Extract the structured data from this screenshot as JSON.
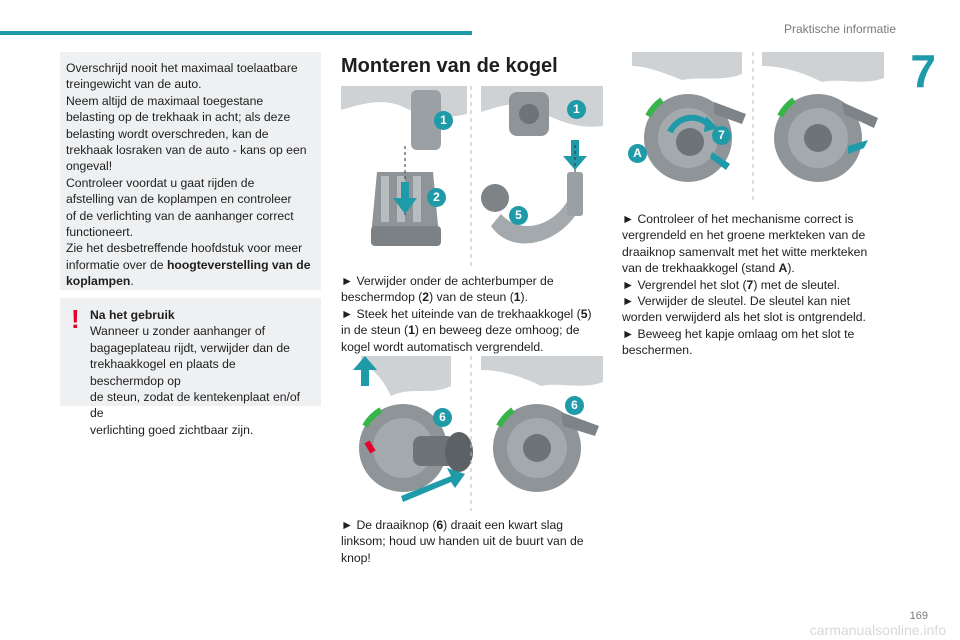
{
  "header": {
    "section": "Praktische informatie",
    "chapter": "7"
  },
  "footer": {
    "page": "169",
    "watermark": "carmanualsonline.info"
  },
  "warning_box": {
    "lines": [
      "Overschrijd nooit het maximaal toelaatbare",
      "treingewicht van de auto.",
      "Neem altijd de maximaal toegestane",
      "belasting op de trekhaak in acht; als deze",
      "belasting wordt overschreden, kan de",
      "trekhaak losraken van de auto - kans op een",
      "ongeval!",
      "Controleer voordat u gaat rijden de",
      "afstelling van de koplampen en controleer",
      "of de verlichting van de aanhanger correct",
      "functioneert.",
      "Zie het desbetreffende hoofdstuk voor meer"
    ],
    "last_prefix": "informatie over de ",
    "last_bold": "hoogteverstelling van de koplampen",
    "last_suffix": "."
  },
  "usage_box": {
    "title": "Na het gebruik",
    "lines": [
      "Wanneer u zonder aanhanger of",
      "bagageplateau rijdt, verwijder dan de",
      "trekhaakkogel en plaats de beschermdop op",
      "de steun, zodat de kentekenplaat en/of de",
      "verlichting goed zichtbaar zijn."
    ]
  },
  "main": {
    "title": "Monteren van de kogel",
    "step1": {
      "l1": "► Verwijder onder de achterbumper de",
      "l2a": "beschermdop (",
      "n2": "2",
      "l2b": ") van de steun (",
      "n1": "1",
      "l2c": ").",
      "l3a": "► Steek het uiteinde van de trekhaakkogel (",
      "n5": "5",
      "l3b": ")",
      "l4a": "in de steun (",
      "n1b": "1",
      "l4b": ") en beweeg deze omhoog; de",
      "l5": "kogel wordt automatisch vergrendeld."
    },
    "step2": {
      "l1a": "► De draaiknop (",
      "n6": "6",
      "l1b": ") draait een kwart slag",
      "l2": "linksom; houd uw handen uit de buurt van de",
      "l3": "knop!"
    },
    "step3": {
      "l1": "► Controleer of het mechanisme correct is",
      "l2": "vergrendeld en het groene merkteken van de",
      "l3": "draaiknop samenvalt met het witte merkteken",
      "l4a": "van de trekhaakkogel (stand ",
      "nA": "A",
      "l4b": ").",
      "l5a": "► Vergrendel het slot (",
      "n7": "7",
      "l5b": ") met de sleutel.",
      "l6": "► Verwijder de sleutel. De sleutel kan niet",
      "l7": "worden verwijderd als het slot is ontgrendeld.",
      "l8": "► Beweeg het kapje omlaag om het slot te",
      "l9": "beschermen."
    },
    "callouts": {
      "c1": "1",
      "c2": "2",
      "c5": "5",
      "c6": "6",
      "c7": "7",
      "cA": "A"
    }
  },
  "colors": {
    "accent": "#1f9aa8",
    "warning": "#e4002b",
    "box_bg": "#eef0f2"
  }
}
